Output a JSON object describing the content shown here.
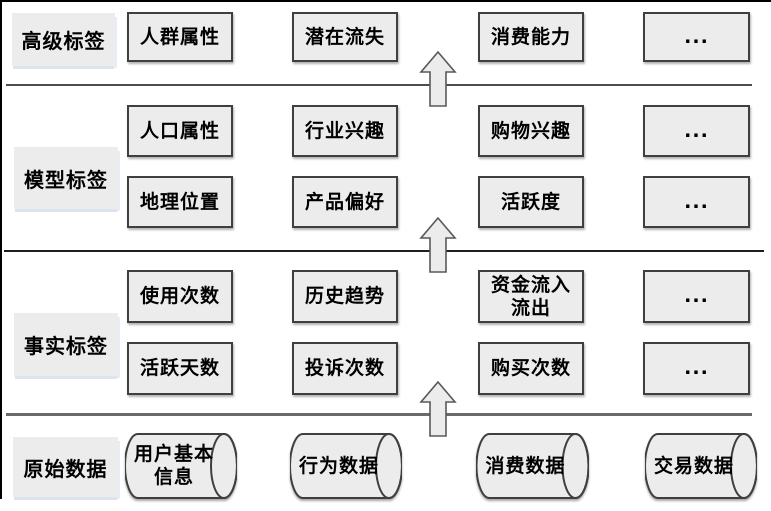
{
  "sections": [
    {
      "label": "高级标签",
      "rows": [
        [
          "人群属性",
          "潜在流失",
          "消费能力",
          "..."
        ]
      ]
    },
    {
      "label": "模型标签",
      "rows": [
        [
          "人口属性",
          "行业兴趣",
          "购物兴趣",
          "..."
        ],
        [
          "地理位置",
          "产品偏好",
          "活跃度",
          "..."
        ]
      ]
    },
    {
      "label": "事实标签",
      "rows": [
        [
          "使用次数",
          "历史趋势",
          "资金流入\n流出",
          "..."
        ],
        [
          "活跃天数",
          "投诉次数",
          "购买次数",
          "..."
        ]
      ]
    },
    {
      "label": "原始数据",
      "cylinders": [
        "用户基本\n信息",
        "行为数据",
        "消费数据",
        "交易数据"
      ]
    }
  ],
  "icons": {
    "up_arrow": "block-up-arrow",
    "cylinder": "horizontal-database-cylinder"
  },
  "colors": {
    "shape_fill": "#ececec",
    "shape_border": "#3f3f3f",
    "divider_line": "#4a4a4a",
    "frame": "#000000",
    "background": "#ffffff"
  }
}
